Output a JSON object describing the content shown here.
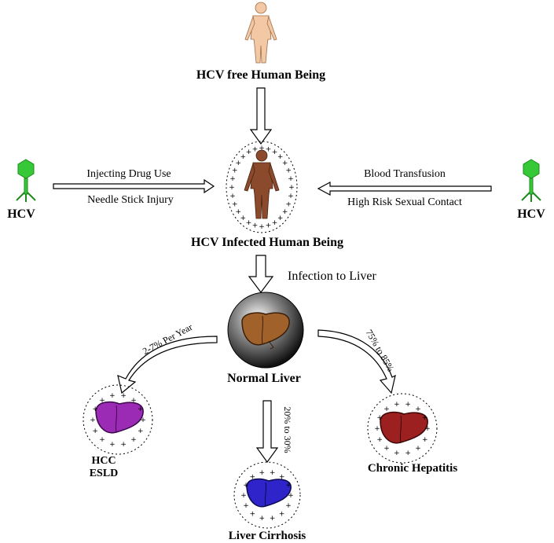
{
  "top_person": {
    "label": "HCV free Human Being"
  },
  "infected_person": {
    "label": "HCV Infected Human Being"
  },
  "left_virus": {
    "label": "HCV"
  },
  "right_virus": {
    "label": "HCV"
  },
  "left_routes": {
    "line1": "Injecting Drug Use",
    "line2": "Needle Stick Injury"
  },
  "right_routes": {
    "line1": "Blood Transfusion",
    "line2": "High Risk Sexual Contact"
  },
  "infection_arrow": {
    "label": "Infection to Liver"
  },
  "normal_liver": {
    "label": "Normal Liver"
  },
  "left_branch": {
    "label": "2-7% Per Year"
  },
  "right_branch": {
    "label": "75% to 85%"
  },
  "center_branch": {
    "label": "20% to 30%"
  },
  "hcc": {
    "line1": "HCC",
    "line2": "ESLD"
  },
  "cirrhosis": {
    "label": "Liver Cirrhosis"
  },
  "chronic": {
    "label": "Chronic Hepatitis"
  },
  "colors": {
    "skin_light": "#f2c9a4",
    "skin_infected": "#8b4a2b",
    "virus": "#37c837",
    "liver_normal": "#a0612a",
    "liver_hcc": "#9b2ab5",
    "liver_cirrhosis": "#2f24c9",
    "liver_chronic": "#9c2020"
  }
}
